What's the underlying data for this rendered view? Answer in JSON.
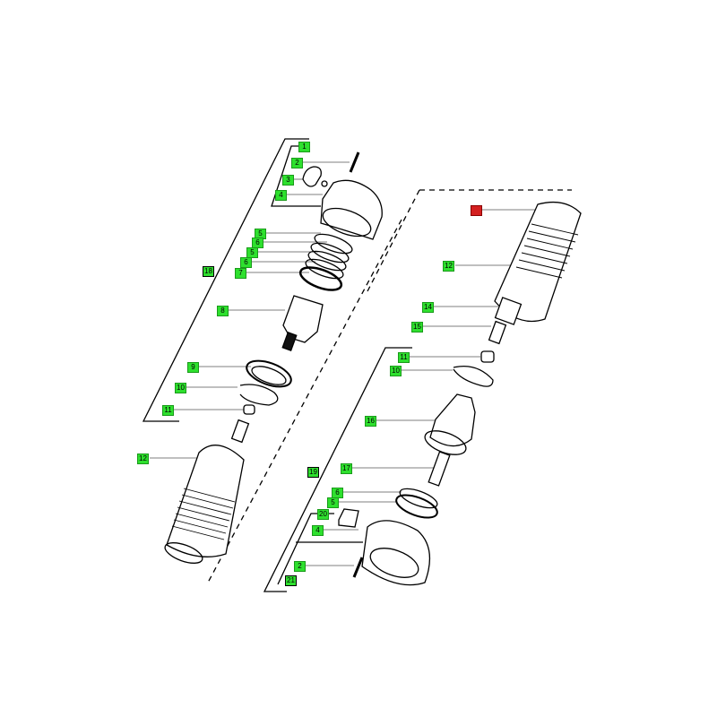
{
  "diagram": {
    "left_assembly": {
      "group_label": "18",
      "callouts": [
        {
          "id": "1",
          "part": "assembly"
        },
        {
          "id": "2",
          "part": "pin"
        },
        {
          "id": "3",
          "part": "latch"
        },
        {
          "id": "4",
          "part": "ball"
        },
        {
          "id": "5",
          "part": "ring"
        },
        {
          "id": "6",
          "part": "ring"
        },
        {
          "id": "5",
          "part": "ring"
        },
        {
          "id": "6",
          "part": "ring"
        },
        {
          "id": "7",
          "part": "ring"
        },
        {
          "id": "8",
          "part": "gear-carrier"
        },
        {
          "id": "9",
          "part": "bearing-ring"
        },
        {
          "id": "10",
          "part": "circlip"
        },
        {
          "id": "11",
          "part": "nut"
        },
        {
          "id": "12",
          "part": "threaded-housing"
        }
      ]
    },
    "right_assembly": {
      "top_marker": "",
      "group_label": "19",
      "sub_group_label": "21",
      "callouts": [
        {
          "id": "12",
          "part": "threaded-housing"
        },
        {
          "id": "14",
          "part": "spring"
        },
        {
          "id": "15",
          "part": "shaft"
        },
        {
          "id": "11",
          "part": "nut"
        },
        {
          "id": "10",
          "part": "circlip"
        },
        {
          "id": "16",
          "part": "gear-carrier"
        },
        {
          "id": "17",
          "part": "shaft"
        },
        {
          "id": "6",
          "part": "ring"
        },
        {
          "id": "5",
          "part": "ring"
        },
        {
          "id": "20",
          "part": "latch"
        },
        {
          "id": "4",
          "part": "ball"
        },
        {
          "id": "2",
          "part": "pin"
        }
      ]
    },
    "colors": {
      "callout": "#2ee02e",
      "marker": "#d42020",
      "line": "#000000"
    }
  }
}
